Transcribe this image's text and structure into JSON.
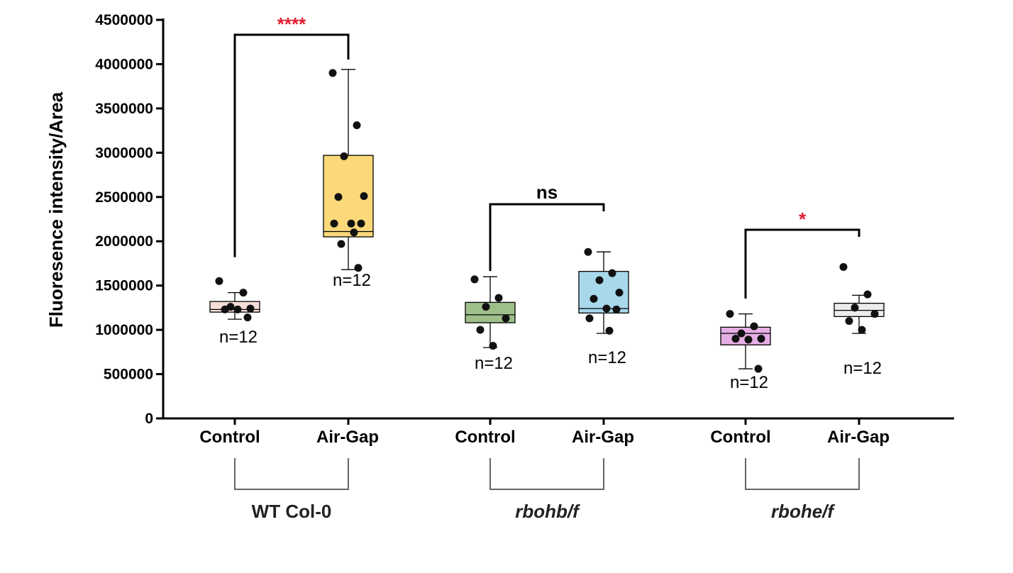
{
  "chart_data": {
    "type": "box",
    "ylabel": "Fluoresence intensity/Area",
    "ylim": [
      0,
      4500000
    ],
    "yticks": [
      0,
      500000,
      1000000,
      1500000,
      2000000,
      2500000,
      3000000,
      3500000,
      4000000,
      4500000
    ],
    "ytick_labels": [
      "0",
      "500000",
      "1000000",
      "1500000",
      "2000000",
      "2500000",
      "3000000",
      "3500000",
      "4000000",
      "4500000"
    ],
    "groups": [
      {
        "label": "WT Col-0",
        "italic": false,
        "conditions": [
          {
            "label": "Control",
            "color": "#f5ded8",
            "n_label": "n=12",
            "stats": {
              "min": 1120000,
              "q1": 1200000,
              "median": 1230000,
              "q3": 1320000,
              "max": 1420000
            },
            "points": [
              1550000,
              1420000,
              1260000,
              1240000,
              1230000,
              1230000,
              1140000
            ]
          },
          {
            "label": "Air-Gap",
            "color": "#fbd97a",
            "n_label": "n=12",
            "stats": {
              "min": 1680000,
              "q1": 2050000,
              "median": 2110000,
              "q3": 2970000,
              "max": 3940000
            },
            "points": [
              3900000,
              3310000,
              2960000,
              2510000,
              2500000,
              2200000,
              2200000,
              2200000,
              2100000,
              1970000,
              1700000
            ]
          }
        ],
        "significance": {
          "label": "****",
          "color": "#e0202e"
        }
      },
      {
        "label": "rbohb/f",
        "italic": true,
        "conditions": [
          {
            "label": "Control",
            "color": "#9fbf8a",
            "n_label": "n=12",
            "stats": {
              "min": 800000,
              "q1": 1080000,
              "median": 1170000,
              "q3": 1310000,
              "max": 1600000
            },
            "points": [
              1570000,
              1360000,
              1260000,
              1130000,
              1000000,
              820000
            ]
          },
          {
            "label": "Air-Gap",
            "color": "#a8d8ec",
            "n_label": "n=12",
            "stats": {
              "min": 960000,
              "q1": 1190000,
              "median": 1240000,
              "q3": 1660000,
              "max": 1880000
            },
            "points": [
              1880000,
              1640000,
              1560000,
              1420000,
              1350000,
              1240000,
              1230000,
              1130000,
              990000
            ]
          }
        ],
        "significance": {
          "label": "ns",
          "color": "#000000"
        }
      },
      {
        "label": "rbohe/f",
        "italic": true,
        "conditions": [
          {
            "label": "Control",
            "color": "#e5aee5",
            "n_label": "n=12",
            "stats": {
              "min": 560000,
              "q1": 830000,
              "median": 960000,
              "q3": 1030000,
              "max": 1180000
            },
            "points": [
              1180000,
              1040000,
              960000,
              900000,
              900000,
              890000,
              560000
            ]
          },
          {
            "label": "Air-Gap",
            "color": "#ececec",
            "n_label": "n=12",
            "stats": {
              "min": 960000,
              "q1": 1150000,
              "median": 1220000,
              "q3": 1300000,
              "max": 1390000
            },
            "points": [
              1710000,
              1400000,
              1250000,
              1180000,
              1100000,
              1000000
            ]
          }
        ],
        "significance": {
          "label": "*",
          "color": "#e0202e"
        }
      }
    ]
  }
}
